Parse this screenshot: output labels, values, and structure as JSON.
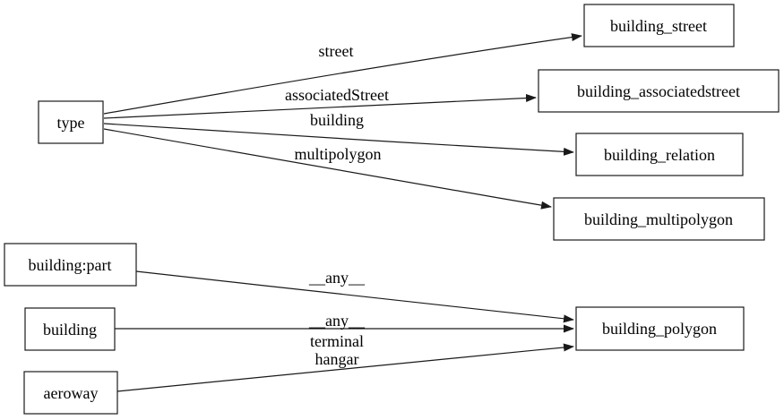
{
  "diagram": {
    "background_color": "#ffffff",
    "stroke_color": "#1a1a1a",
    "text_color": "#000000",
    "nodes": [
      {
        "id": "type",
        "label": "type"
      },
      {
        "id": "building_part",
        "label": "building:part"
      },
      {
        "id": "building",
        "label": "building"
      },
      {
        "id": "aeroway",
        "label": "aeroway"
      },
      {
        "id": "building_street",
        "label": "building_street"
      },
      {
        "id": "building_associatedstreet",
        "label": "building_associatedstreet"
      },
      {
        "id": "building_relation",
        "label": "building_relation"
      },
      {
        "id": "building_multipolygon",
        "label": "building_multipolygon"
      },
      {
        "id": "building_polygon",
        "label": "building_polygon"
      }
    ],
    "edges": [
      {
        "from": "type",
        "to": "building_street",
        "labels": [
          "street"
        ]
      },
      {
        "from": "type",
        "to": "building_associatedstreet",
        "labels": [
          "associatedStreet"
        ]
      },
      {
        "from": "type",
        "to": "building_relation",
        "labels": [
          "building"
        ]
      },
      {
        "from": "type",
        "to": "building_multipolygon",
        "labels": [
          "multipolygon"
        ]
      },
      {
        "from": "building_part",
        "to": "building_polygon",
        "labels": [
          "__any__"
        ]
      },
      {
        "from": "building",
        "to": "building_polygon",
        "labels": [
          "__any__"
        ]
      },
      {
        "from": "aeroway",
        "to": "building_polygon",
        "labels": [
          "terminal",
          "hangar"
        ]
      }
    ]
  }
}
